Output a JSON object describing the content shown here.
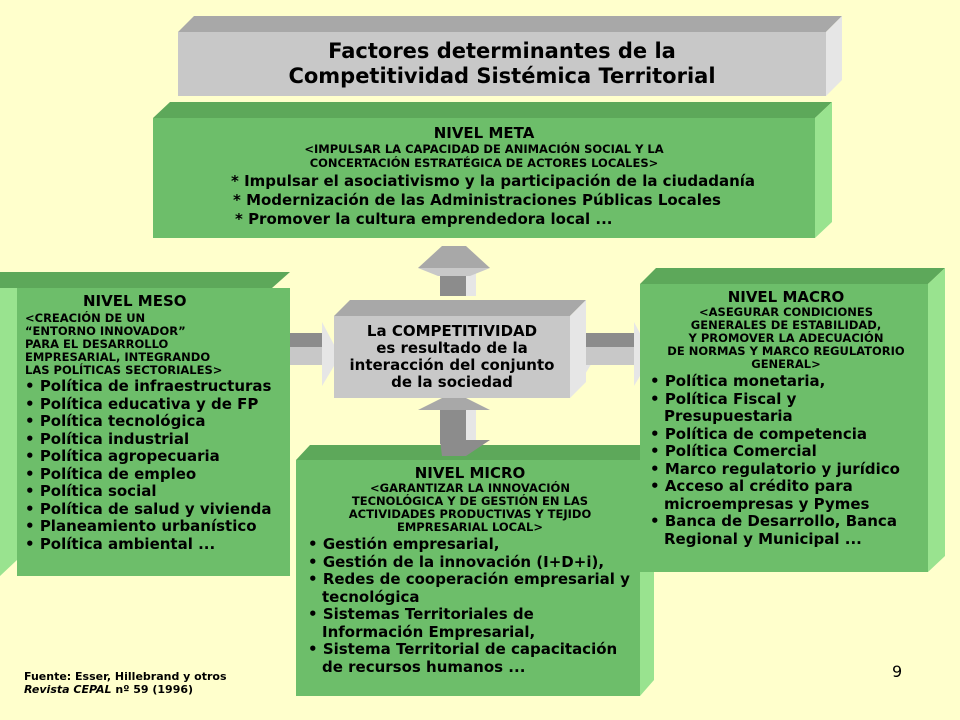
{
  "title": {
    "line1": "Factores determinantes de la",
    "line2": "Competitividad Sistémica Territorial"
  },
  "meta": {
    "heading": "NIVEL META",
    "sub": [
      "<IMPULSAR LA CAPACIDAD DE ANIMACIÓN SOCIAL Y LA",
      "CONCERTACIÓN ESTRATÉGICA DE ACTORES LOCALES>"
    ],
    "items": [
      "* Impulsar el asociativismo y la participación de la ciudadanía",
      "* Modernización de las Administraciones Públicas Locales",
      "* Promover la cultura emprendedora local ..."
    ]
  },
  "meso": {
    "heading": "NIVEL MESO",
    "sub": [
      "<CREACIÓN DE UN",
      "“ENTORNO INNOVADOR”",
      "PARA EL DESARROLLO",
      "EMPRESARIAL, INTEGRANDO",
      "LAS POLÍTICAS SECTORIALES>"
    ],
    "items": [
      "Política de infraestructuras",
      "Política educativa y de FP",
      "Política tecnológica",
      "Política industrial",
      "Política agropecuaria",
      "Política de empleo",
      "Política social",
      "Política de salud y vivienda",
      "Planeamiento urbanístico",
      "Política ambiental ..."
    ]
  },
  "macro": {
    "heading": "NIVEL MACRO",
    "sub": [
      "<ASEGURAR CONDICIONES",
      "GENERALES DE ESTABILIDAD,",
      "Y PROMOVER LA ADECUACIÓN",
      "DE NORMAS Y MARCO REGULATORIO",
      "GENERAL>"
    ],
    "items": [
      "Política monetaria,",
      "Política Fiscal y Presupuestaria",
      "Política de competencia",
      "Política Comercial",
      "Marco regulatorio y jurídico",
      "Acceso al crédito para microempresas y Pymes",
      "Banca de Desarrollo, Banca Regional y Municipal ..."
    ]
  },
  "micro": {
    "heading": "NIVEL MICRO",
    "sub": [
      "<GARANTIZAR LA INNOVACIÓN",
      "TECNOLÓGICA Y DE GESTIÓN EN LAS",
      "ACTIVIDADES PRODUCTIVAS Y TEJIDO",
      "EMPRESARIAL LOCAL>"
    ],
    "items": [
      "Gestión empresarial,",
      "Gestión de la innovación (I+D+i),",
      "Redes de cooperación empresarial y tecnológica",
      "Sistemas Territoriales de Información Empresarial,",
      "Sistema Territorial de capacitación de recursos humanos ..."
    ]
  },
  "center": {
    "lines": [
      "La COMPETITIVIDAD",
      "es resultado de la",
      "interacción del conjunto",
      "de la sociedad"
    ]
  },
  "source": {
    "line1": "Fuente: Esser, Hillebrand y otros",
    "line2_italic": "Revista CEPAL",
    "line2_rest": " nº 59 (1996)"
  },
  "page_number": "9",
  "colors": {
    "face": "#6DBE6A",
    "top": "#5DA85A",
    "side": "#99E38F",
    "gray": "#C8C8C8",
    "gray_dark": "#8C8C8C",
    "bg": "#FFFFCC"
  }
}
